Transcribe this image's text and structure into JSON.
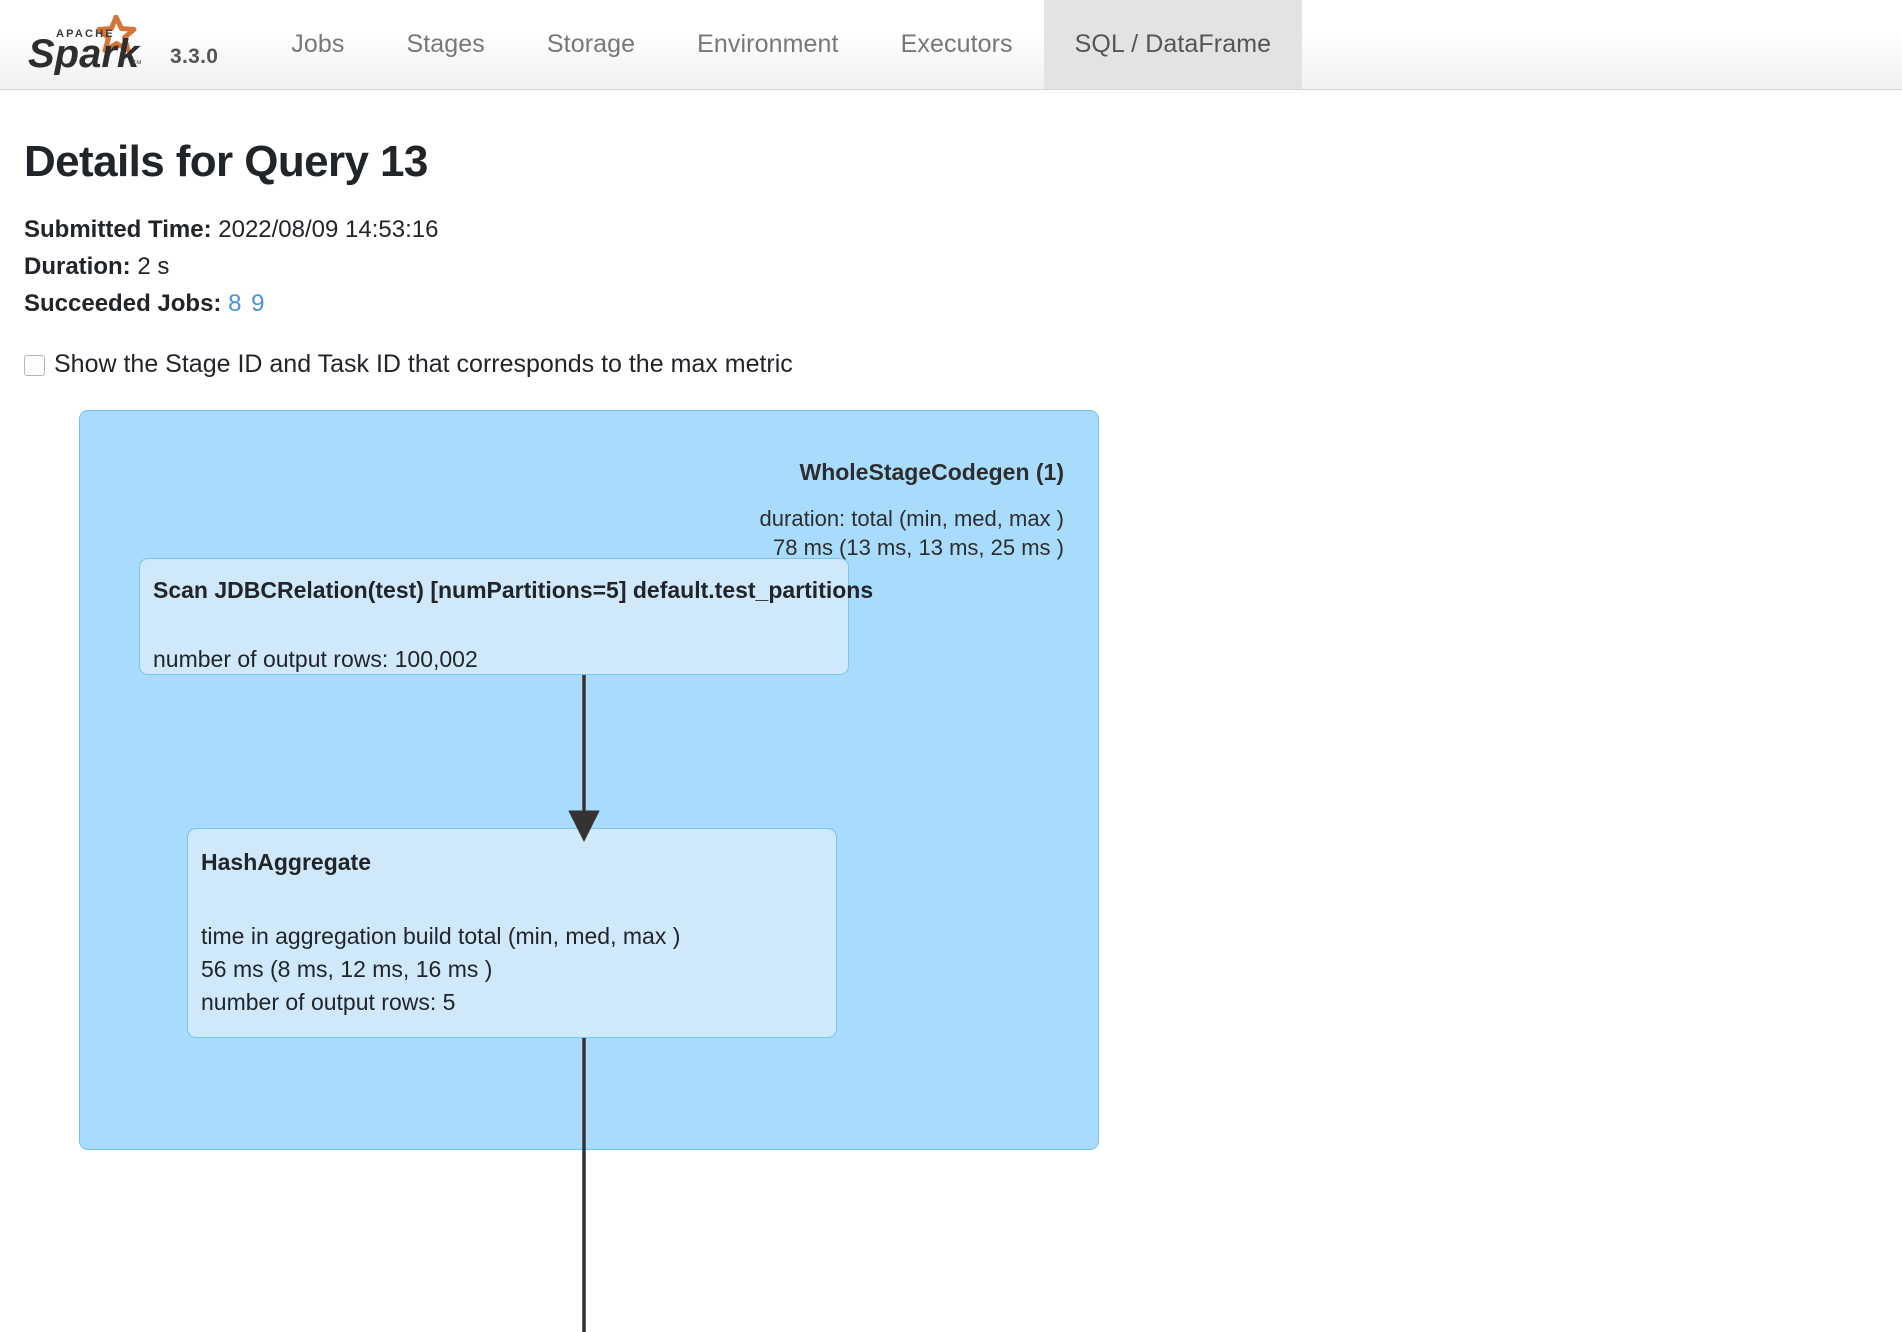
{
  "navbar": {
    "brand_alt": "Apache Spark",
    "brand_word_top": "APACHE",
    "brand_word_main": "Spark",
    "version": "3.3.0",
    "tabs": [
      {
        "label": "Jobs",
        "active": false
      },
      {
        "label": "Stages",
        "active": false
      },
      {
        "label": "Storage",
        "active": false
      },
      {
        "label": "Environment",
        "active": false
      },
      {
        "label": "Executors",
        "active": false
      },
      {
        "label": "SQL / DataFrame",
        "active": true
      }
    ]
  },
  "page": {
    "title": "Details for Query 13",
    "meta": {
      "submitted_time_label": "Submitted Time:",
      "submitted_time_value": "2022/08/09 14:53:16",
      "duration_label": "Duration:",
      "duration_value": "2 s",
      "succeeded_jobs_label": "Succeeded Jobs:",
      "succeeded_jobs": [
        "8",
        "9"
      ]
    },
    "checkbox": {
      "label": "Show the Stage ID and Task ID that corresponds to the max metric",
      "checked": false
    }
  },
  "plan": {
    "cluster": {
      "title": "WholeStageCodegen (1)",
      "metrics_line1": "duration: total (min, med, max )",
      "metrics_line2": "78 ms (13 ms, 13 ms, 25 ms )",
      "fill_color": "#a9dcfc",
      "border_color": "#6fc0f3"
    },
    "nodes": [
      {
        "id": "scan",
        "title": "Scan JDBCRelation(test) [numPartitions=5] default.test_partitions",
        "metrics": [
          "number of output rows: 100,002"
        ],
        "fill_color": "#cfe9fb",
        "border_color": "#7cc4f0"
      },
      {
        "id": "hash",
        "title": "HashAggregate",
        "metrics": [
          "time in aggregation build total (min, med, max )",
          "56 ms (8 ms, 12 ms, 16 ms )",
          "number of output rows: 5"
        ],
        "fill_color": "#cfe9fb",
        "border_color": "#7cc4f0"
      }
    ],
    "edges": [
      {
        "from": "scan",
        "to": "hash"
      },
      {
        "from": "hash",
        "to": "offscreen"
      }
    ],
    "edge_color": "#333333"
  }
}
